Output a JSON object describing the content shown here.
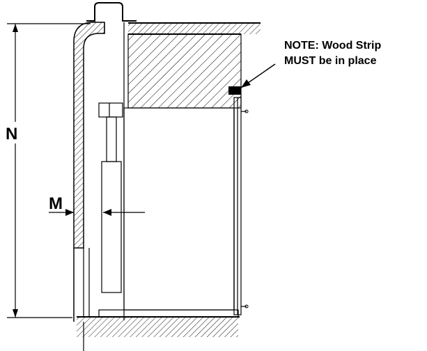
{
  "labels": {
    "dimension_n": "N",
    "dimension_m": "M",
    "note_line1": "NOTE: Wood Strip",
    "note_line2": "MUST be in place"
  },
  "colors": {
    "line": "#000000",
    "background": "#ffffff"
  }
}
